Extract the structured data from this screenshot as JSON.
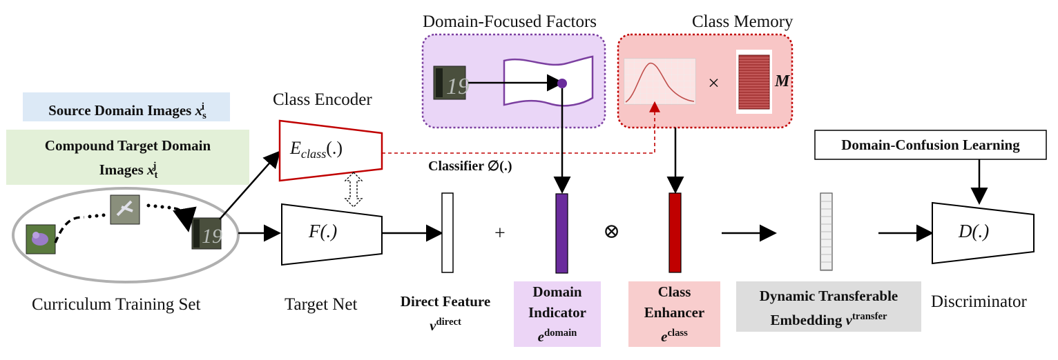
{
  "titles": {
    "domain_factors": "Domain-Focused Factors",
    "class_memory": "Class Memory",
    "class_encoder": "Class Encoder"
  },
  "inputs": {
    "source": {
      "text": "Source Domain Images ",
      "var": "x",
      "sup": "i",
      "sub": "s"
    },
    "target_line1": "Compound Target Domain",
    "target_line2": {
      "text": "Images ",
      "var": "x",
      "sup": "j",
      "sub": "t"
    }
  },
  "modules": {
    "encoder": {
      "main": "E",
      "sub": "class",
      "args": "(.)"
    },
    "target_net": "F(.)",
    "discriminator": "D(.)",
    "classifier": "Classifier ∅(.)",
    "memory_symbol": "M",
    "times_symbol": "×"
  },
  "operators": {
    "plus": "+",
    "otimes": "⊗"
  },
  "bottom_labels": {
    "curriculum": "Curriculum Training Set",
    "target_net": "Target Net",
    "discriminator": "Discriminator"
  },
  "features": {
    "direct": {
      "line1": "Direct Feature",
      "var": "v",
      "sup": "direct"
    },
    "domain": {
      "line1": "Domain",
      "line2": "Indicator",
      "var": "e",
      "sup": "domain"
    },
    "class": {
      "line1": "Class",
      "line2": "Enhancer",
      "var": "e",
      "sup": "class"
    },
    "transfer": {
      "line1": "Dynamic Transferable",
      "line2": "Embedding ",
      "var": "v",
      "sup": "transfer"
    }
  },
  "confusion": "Domain-Confusion Learning",
  "thumb_text": "19",
  "colors": {
    "purple_panel": "#ead6f7",
    "purple_border": "#7b3fa0",
    "purple_bar": "#6a2c9c",
    "red_panel": "#f8c6c6",
    "red_border": "#c00000",
    "red_bar": "#c00000",
    "blue_label": "#dce9f6",
    "green_label": "#e3f0d8",
    "domain_label_bg": "#ecd5f6",
    "class_label_bg": "#f8cdcd",
    "transfer_label_bg": "#dddddd"
  }
}
